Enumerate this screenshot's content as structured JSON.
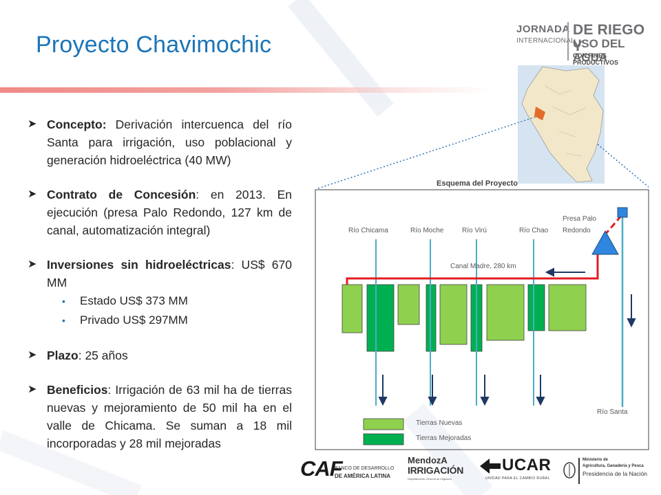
{
  "header": {
    "title": "Proyecto Chavimochic",
    "logo": {
      "line1": "JORNADA",
      "line2": "INTERNACIONAL",
      "line3": "DE RIEGO Y",
      "line4": "USO DEL AGUA",
      "line5": "CON FINES PRODUCTIVOS"
    }
  },
  "bullets": {
    "concepto_label": "Concepto:",
    "concepto_text": " Derivación intercuenca del río Santa para irrigación, uso poblacional y generación hidroeléctrica (40 MW)",
    "contrato_label": "Contrato de Concesión",
    "contrato_text": ": en 2013. En ejecución (presa Palo Redondo, 127 km de canal, automatización integral)",
    "inversiones_label": "Inversiones sin hidroeléctricas",
    "inversiones_text": ": US$ 670 MM",
    "sub_items": [
      "Estado US$ 373 MM",
      "Privado US$ 297MM"
    ],
    "plazo_label": "Plazo",
    "plazo_text": ": 25 años",
    "beneficios_label": "Beneficios",
    "beneficios_text": ": Irrigación de 63 mil ha de tierras nuevas y mejoramiento de 50 mil ha en el valle de Chicama. Se suman a 18 mil incorporadas y 28 mil mejoradas"
  },
  "diagram": {
    "title": "Esquema del Proyecto",
    "rivers": [
      "Río Chicama",
      "Río Moche",
      "Río Virú",
      "Río Chao"
    ],
    "presa_line1": "Presa Palo",
    "presa_line2": "Redondo",
    "canal_label": "Canal Madre, 280 km",
    "rio_santa": "Río  Santa",
    "legend_new": "Tierras Nuevas",
    "legend_improved": "Tierras Mejoradas"
  },
  "footer": {
    "caf_mark": "CAF",
    "caf_line1": "BANCO DE DESARROLLO",
    "caf_line2": "DE AMÉRICA LATINA",
    "mendoza_line1": "MendozA",
    "mendoza_line2": "IRRIGACIÓN",
    "mendoza_line3": "Departamento General de Irrigación",
    "ucar_name": "UCAR",
    "ucar_tagline": "UNIDAD PARA EL CAMBIO RURAL",
    "ministerio_line1": "Ministerio de",
    "ministerio_line2": "Agricultura, Ganadería y Pesca",
    "ministerio_line3": "Presidencia de la Nación"
  },
  "colors": {
    "title_blue": "#1b74b8",
    "tierras_nuevas": "#8fd14f",
    "tierras_mejoradas": "#00b050",
    "canal_red": "#e31b23",
    "river_blue": "#4bacc6",
    "arrow_navy": "#1f3864"
  }
}
